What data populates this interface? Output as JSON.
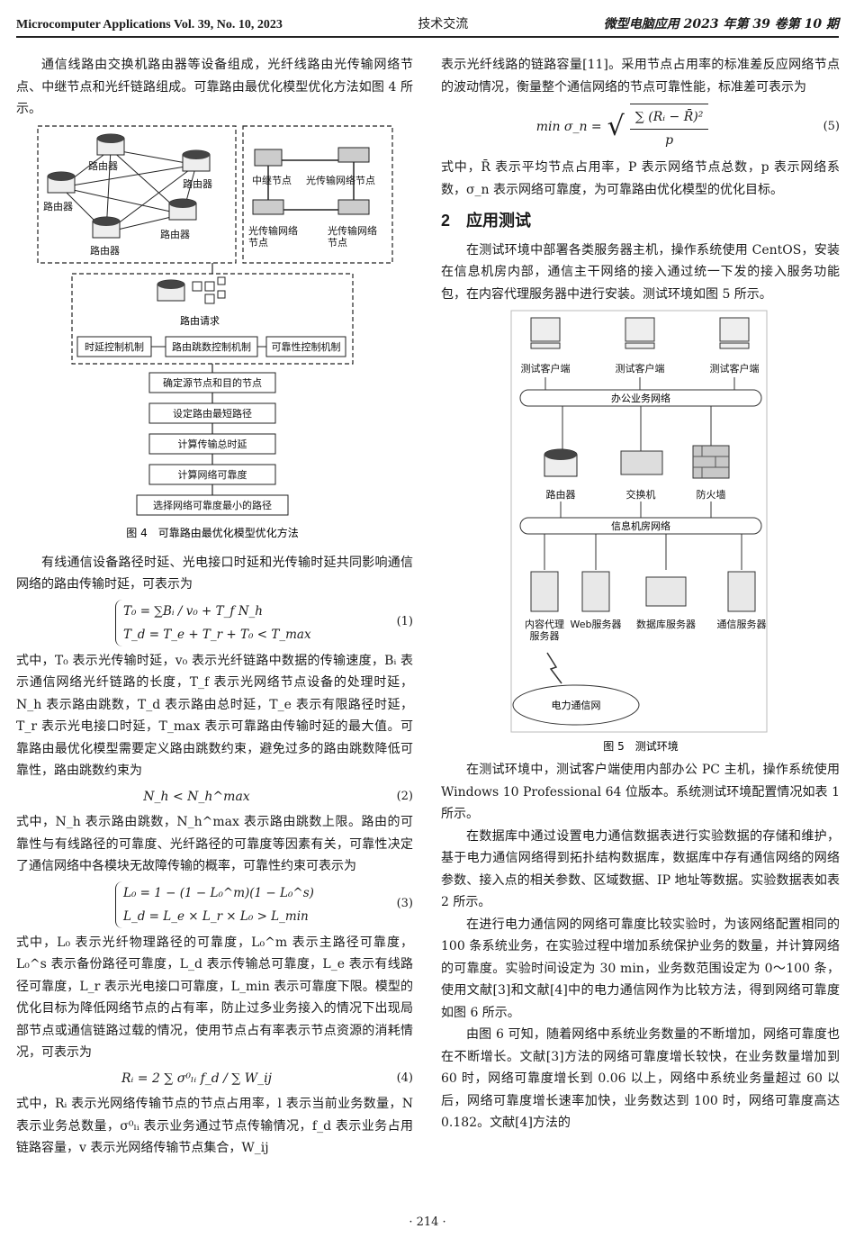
{
  "header": {
    "left": "Microcomputer Applications Vol. 39, No. 10, 2023",
    "center": "技术交流",
    "right": "微型电脑应用 2023 年第 39 卷第 10 期"
  },
  "left": {
    "p1": "通信线路由交换机路由器等设备组成，光纤线路由光传输网络节点、中继节点和光纤链路组成。可靠路由最优化模型优化方法如图 4 所示。",
    "fig4": {
      "router_labels": [
        "路由器",
        "路由器",
        "路由器",
        "路由器",
        "路由器"
      ],
      "relay": "中继节点",
      "optical_node_top": "光传输网络节点",
      "optical_node_bl": "光传输网络\n节点",
      "optical_node_br": "光传输网络\n节点",
      "request": "路由请求",
      "mech1": "时延控制机制",
      "mech2": "路由跳数控制机制",
      "mech3": "可靠性控制机制",
      "steps": [
        "确定源节点和目的节点",
        "设定路由最短路径",
        "计算传输总时延",
        "计算网络可靠度",
        "选择网络可靠度最小的路径"
      ],
      "caption": "图 4　可靠路由最优化模型优化方法"
    },
    "p2": "有线通信设备路径时延、光电接口时延和光传输时延共同影响通信网络的路由传输时延，可表示为",
    "eq1": {
      "line1": "T₀ = ∑Bᵢ / v₀ + T_f N_h",
      "line2": "T_d = T_e + T_r + T₀ < T_max",
      "num": "(1)"
    },
    "p3": "式中，T₀ 表示光传输时延，v₀ 表示光纤链路中数据的传输速度，Bᵢ 表示通信网络光纤链路的长度，T_f 表示光网络节点设备的处理时延，N_h 表示路由跳数，T_d 表示路由总时延，T_e 表示有限路径时延，T_r 表示光电接口时延，T_max 表示可靠路由传输时延的最大值。可靠路由最优化模型需要定义路由跳数约束，避免过多的路由跳数降低可靠性，路由跳数约束为",
    "eq2": {
      "text": "N_h < N_h^max",
      "num": "(2)"
    },
    "p4": "式中，N_h 表示路由跳数，N_h^max 表示路由跳数上限。路由的可靠性与有线路径的可靠度、光纤路径的可靠度等因素有关，可靠性决定了通信网络中各模块无故障传输的概率，可靠性约束可表示为",
    "eq3": {
      "line1": "L₀ = 1 − (1 − L₀^m)(1 − L₀^s)",
      "line2": "L_d = L_e × L_r × L₀ > L_min",
      "num": "(3)"
    },
    "p5": "式中，L₀ 表示光纤物理路径的可靠度，L₀^m 表示主路径可靠度，L₀^s 表示备份路径可靠度，L_d 表示传输总可靠度，L_e 表示有线路径可靠度，L_r 表示光电接口可靠度，L_min 表示可靠度下限。模型的优化目标为降低网络节点的占有率，防止过多业务接入的情况下出现局部节点或通信链路过载的情况，使用节点占有率表示节点资源的消耗情况，可表示为",
    "eq4": {
      "text": "Rᵢ = 2 ∑ σ⁰ₗᵢ f_d / ∑ W_ij",
      "num": "(4)"
    },
    "p6": "式中，Rᵢ 表示光网络传输节点的节点占用率，l 表示当前业务数量，N 表示业务总数量，σ⁰ₗᵢ 表示业务通过节点传输情况，f_d 表示业务占用链路容量，v 表示光网络传输节点集合，W_ij"
  },
  "right": {
    "p1": "表示光纤线路的链路容量[11]。采用节点占用率的标准差反应网络节点的波动情况，衡量整个通信网络的节点可靠性能，标准差可表示为",
    "eq5": {
      "lhs": "min σ_n =",
      "sum": "∑ (Rᵢ − R̄)²",
      "den": "p",
      "num": "(5)"
    },
    "p2": "式中，R̄ 表示平均节点占用率，P 表示网络节点总数，p 表示网络系数，σ_n 表示网络可靠度，为可靠路由优化模型的优化目标。",
    "section": "2　应用测试",
    "p3": "在测试环境中部署各类服务器主机，操作系统使用 CentOS，安装在信息机房内部，通信主干网络的接入通过统一下发的接入服务功能包，在内容代理服务器中进行安装。测试环境如图 5 所示。",
    "fig5": {
      "clients": [
        "测试客户端",
        "测试客户端",
        "测试客户端"
      ],
      "office_net": "办公业务网络",
      "router": "路由器",
      "switch": "交换机",
      "firewall": "防火墙",
      "info_net": "信息机房网络",
      "servers": [
        "内容代理\n服务器",
        "Web服务器",
        "数据库服务器",
        "通信服务器"
      ],
      "power_net": "电力通信网",
      "caption": "图 5　测试环境"
    },
    "p4": "在测试环境中，测试客户端使用内部办公 PC 主机，操作系统使用 Windows 10 Professional 64 位版本。系统测试环境配置情况如表 1 所示。",
    "p5": "在数据库中通过设置电力通信数据表进行实验数据的存储和维护，基于电力通信网络得到拓扑结构数据库，数据库中存有通信网络的网络参数、接入点的相关参数、区域数据、IP 地址等数据。实验数据表如表 2 所示。",
    "p6": "在进行电力通信网的网络可靠度比较实验时，为该网络配置相同的 100 条系统业务，在实验过程中增加系统保护业务的数量，并计算网络的可靠度。实验时间设定为 30 min，业务数范围设定为 0～100 条，使用文献[3]和文献[4]中的电力通信网作为比较方法，得到网络可靠度如图 6 所示。",
    "p7": "由图 6 可知，随着网络中系统业务数量的不断增加，网络可靠度也在不断增长。文献[3]方法的网络可靠度增长较快，在业务数量增加到 60 时，网络可靠度增长到 0.06 以上，网络中系统业务量超过 60 以后，网络可靠度增长速率加快，业务数达到 100 时，网络可靠度高达 0.182。文献[4]方法的"
  },
  "footer": "· 214 ·"
}
